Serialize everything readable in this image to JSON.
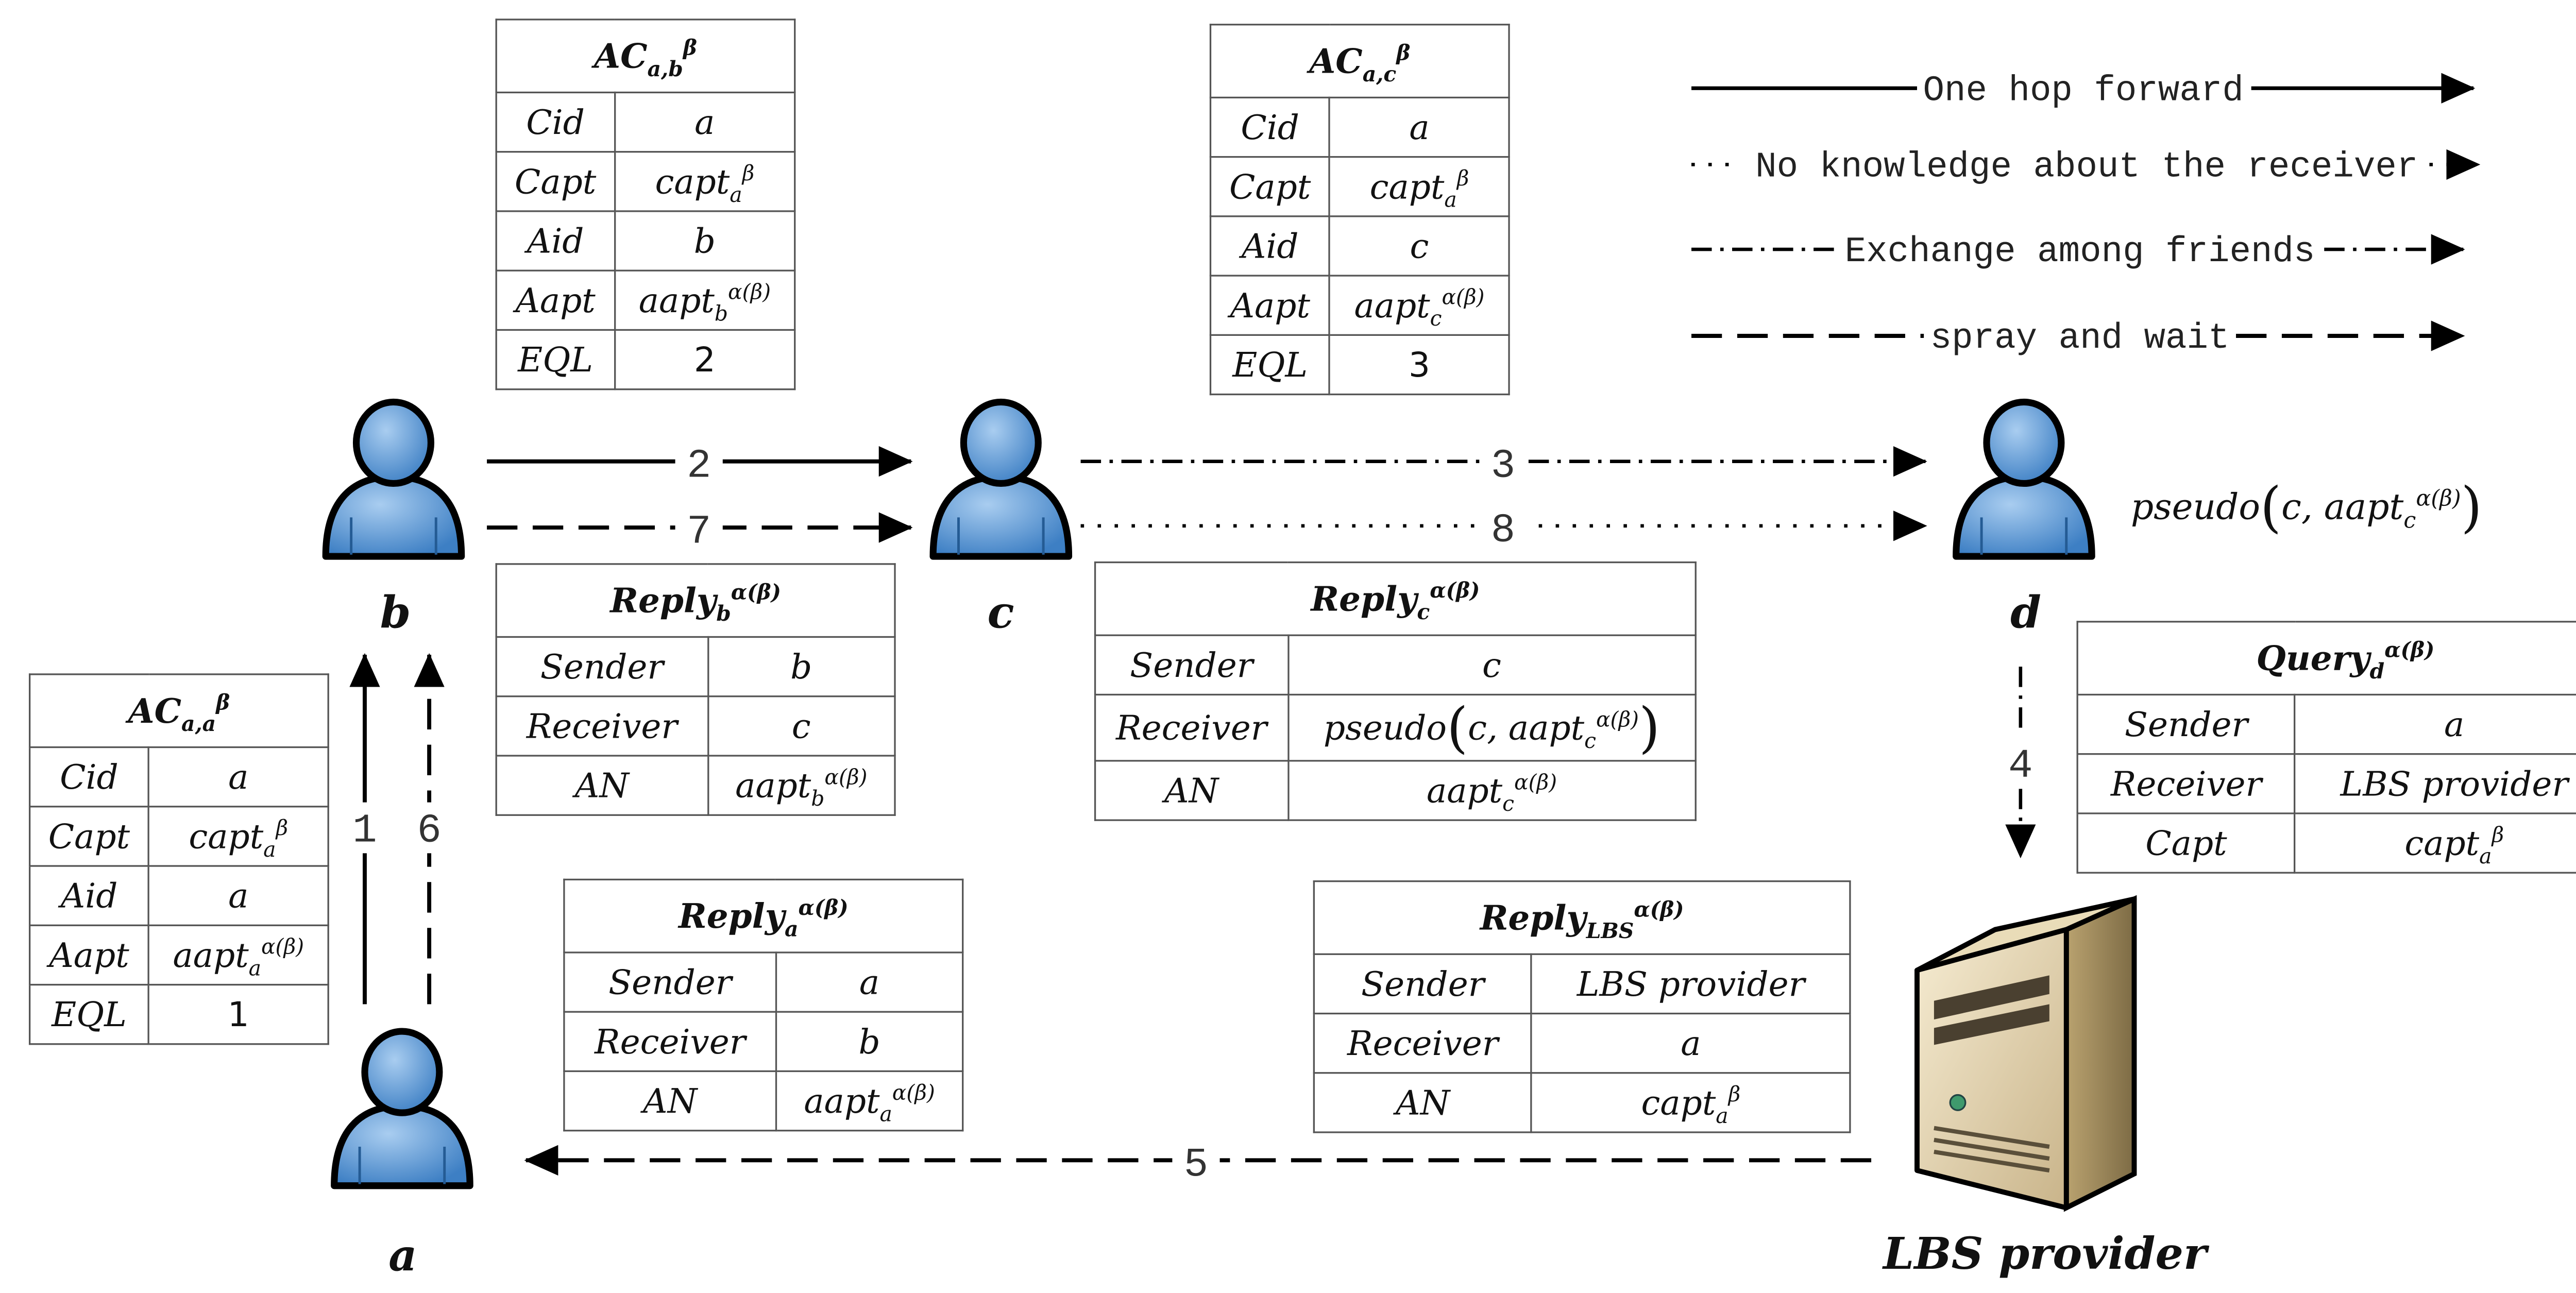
{
  "legend": {
    "one_hop": "One hop forward",
    "no_knowledge": "No knowledge about the receiver",
    "exchange": "Exchange among friends",
    "spray": "spray and wait"
  },
  "nodes": {
    "a": "a",
    "b": "b",
    "c": "c",
    "d": "d",
    "lbs": "LBS provider"
  },
  "steps": [
    "1",
    "2",
    "3",
    "4",
    "5",
    "6",
    "7",
    "8"
  ],
  "pseudo_label": {
    "fn": "pseudo",
    "args": "c, aapt",
    "sub": "c",
    "sup": "α(β)"
  },
  "tables": {
    "ac_ab": {
      "title": {
        "base": "AC",
        "sup": "β",
        "sub": "a,b"
      },
      "rows": [
        {
          "k": "Cid",
          "v": "a"
        },
        {
          "k": "Capt",
          "vb": "capt",
          "vsub": "a",
          "vsup": "β"
        },
        {
          "k": "Aid",
          "v": "b"
        },
        {
          "k": "Aapt",
          "vb": "aapt",
          "vsub": "b",
          "vsup": "α(β)"
        },
        {
          "k": "EQL",
          "v": "2"
        }
      ]
    },
    "ac_ac": {
      "title": {
        "base": "AC",
        "sup": "β",
        "sub": "a,c"
      },
      "rows": [
        {
          "k": "Cid",
          "v": "a"
        },
        {
          "k": "Capt",
          "vb": "capt",
          "vsub": "a",
          "vsup": "β"
        },
        {
          "k": "Aid",
          "v": "c"
        },
        {
          "k": "Aapt",
          "vb": "aapt",
          "vsub": "c",
          "vsup": "α(β)"
        },
        {
          "k": "EQL",
          "v": "3"
        }
      ]
    },
    "ac_aa": {
      "title": {
        "base": "AC",
        "sup": "β",
        "sub": "a,a"
      },
      "rows": [
        {
          "k": "Cid",
          "v": "a"
        },
        {
          "k": "Capt",
          "vb": "capt",
          "vsub": "a",
          "vsup": "β"
        },
        {
          "k": "Aid",
          "v": "a"
        },
        {
          "k": "Aapt",
          "vb": "aapt",
          "vsub": "a",
          "vsup": "α(β)"
        },
        {
          "k": "EQL",
          "v": "1"
        }
      ]
    },
    "reply_b": {
      "title": {
        "base": "Reply",
        "sup": "α(β)",
        "sub": "b"
      },
      "rows": [
        {
          "k": "Sender",
          "v": "b"
        },
        {
          "k": "Receiver",
          "v": "c"
        },
        {
          "k": "AN",
          "vb": "aapt",
          "vsub": "b",
          "vsup": "α(β)"
        }
      ]
    },
    "reply_c": {
      "title": {
        "base": "Reply",
        "sup": "α(β)",
        "sub": "c"
      },
      "rows": [
        {
          "k": "Sender",
          "v": "c"
        },
        {
          "k": "Receiver",
          "pseudo": "pseudo",
          "pargs": "c, aapt",
          "vsub": "c",
          "vsup": "α(β)"
        },
        {
          "k": "AN",
          "vb": "aapt",
          "vsub": "c",
          "vsup": "α(β)"
        }
      ]
    },
    "reply_a": {
      "title": {
        "base": "Reply",
        "sup": "α(β)",
        "sub": "a"
      },
      "rows": [
        {
          "k": "Sender",
          "v": "a"
        },
        {
          "k": "Receiver",
          "v": "b"
        },
        {
          "k": "AN",
          "vb": "aapt",
          "vsub": "a",
          "vsup": "α(β)"
        }
      ]
    },
    "reply_lbs": {
      "title": {
        "base": "Reply",
        "sup": "α(β)",
        "sub": "LBS"
      },
      "rows": [
        {
          "k": "Sender",
          "v": "LBS provider"
        },
        {
          "k": "Receiver",
          "v": "a"
        },
        {
          "k": "AN",
          "vb": "capt",
          "vsub": "a",
          "vsup": "β"
        }
      ]
    },
    "query_d": {
      "title": {
        "base": "Query",
        "sup": "α(β)",
        "sub": "d"
      },
      "rows": [
        {
          "k": "Sender",
          "v": "a"
        },
        {
          "k": "Receiver",
          "v": "LBS provider"
        },
        {
          "k": "Capt",
          "vb": "capt",
          "vsub": "a",
          "vsup": "β"
        }
      ]
    }
  }
}
